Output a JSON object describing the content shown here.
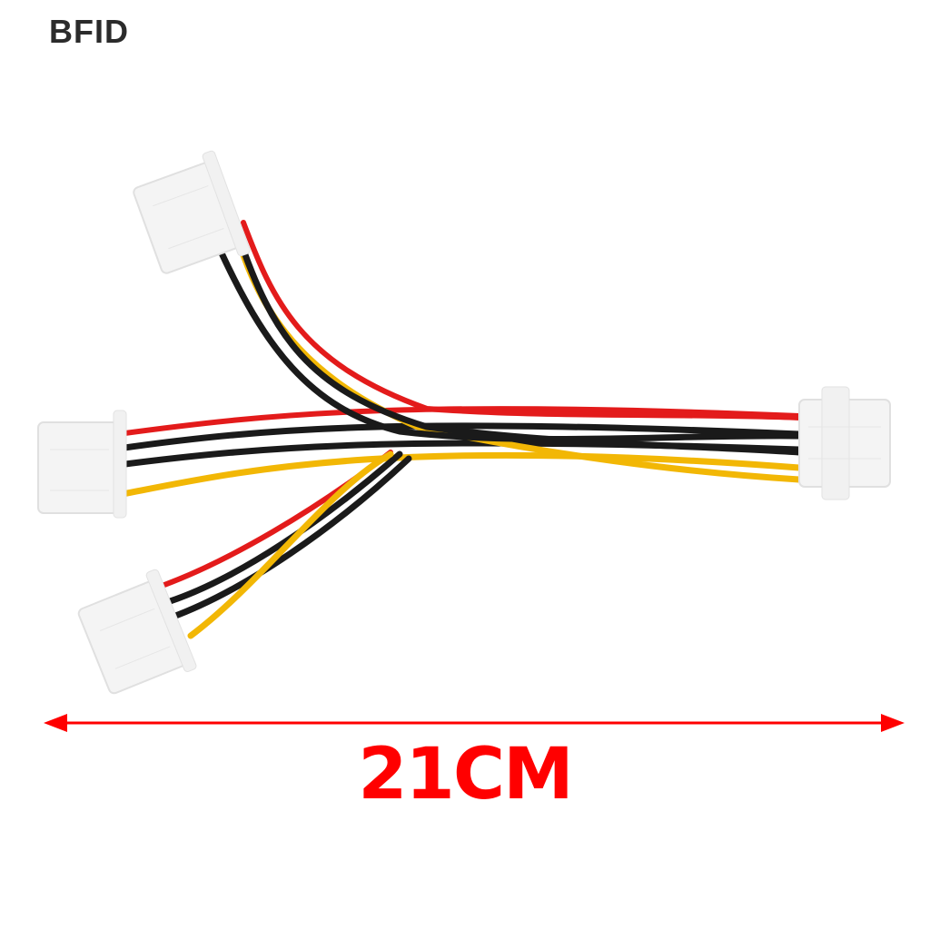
{
  "brand": {
    "name": "BFID"
  },
  "product": {
    "description": "Molex 4-pin 1-to-3 power splitter cable",
    "connectors": [
      "top-left",
      "middle-left",
      "bottom-left",
      "right"
    ],
    "wire_colors": {
      "red": "#e31b1b",
      "black": "#1a1a1a",
      "yellow": "#f2b705"
    }
  },
  "dimension": {
    "label": "21CM",
    "color": "#ff0000"
  }
}
